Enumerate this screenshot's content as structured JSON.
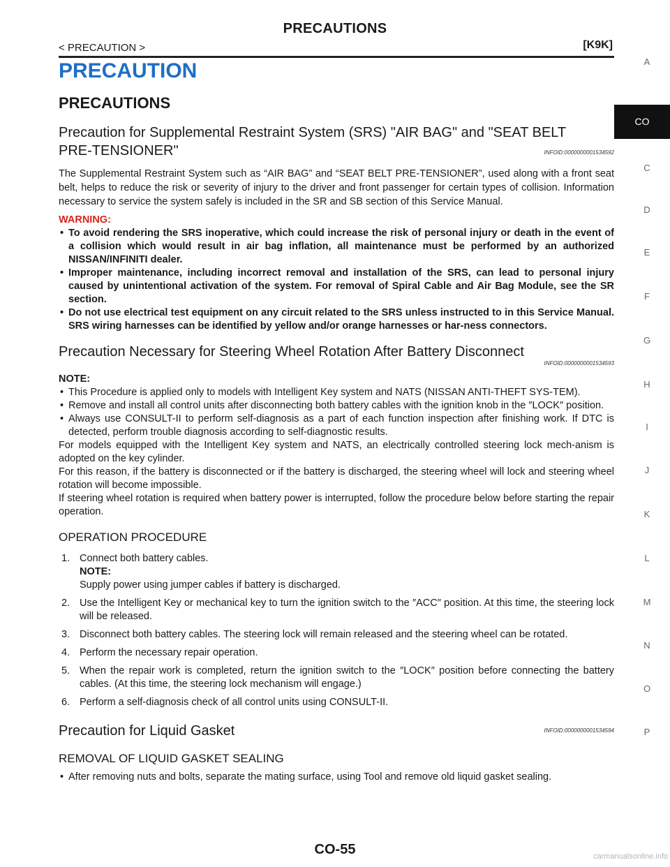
{
  "header": {
    "title": "PRECAUTIONS",
    "breadcrumb": "< PRECAUTION >",
    "code": "[K9K]"
  },
  "chapter_title": "PRECAUTION",
  "section_title": "PRECAUTIONS",
  "srs": {
    "heading": "Precaution for Supplemental Restraint System (SRS) \"AIR BAG\" and \"SEAT BELT PRE-TENSIONER\"",
    "infoid": "INFOID:0000000001534592",
    "body": "The Supplemental Restraint System such as “AIR BAG” and “SEAT BELT PRE-TENSIONER”, used along with a front seat belt, helps to reduce the risk or severity of injury to the driver and front passenger for certain types of collision. Information necessary to service the system safely is included in the SR and SB section of this Service Manual.",
    "warning_label": "WARNING:",
    "warnings": [
      "To avoid rendering the SRS inoperative, which could increase the risk of personal injury or death in the event of a collision which would result in air bag inflation, all maintenance must be performed by an authorized NISSAN/INFINITI dealer.",
      "Improper maintenance, including incorrect removal and installation of the SRS, can lead to personal injury caused by unintentional activation of the system. For removal of Spiral Cable and Air Bag Module, see the SR section.",
      "Do not use electrical test equipment on any circuit related to the SRS unless instructed to in this Service Manual. SRS wiring harnesses can be identified by yellow and/or orange harnesses or har-ness connectors."
    ]
  },
  "steering": {
    "heading": "Precaution Necessary for Steering Wheel Rotation After Battery Disconnect",
    "infoid": "INFOID:0000000001534593",
    "note_label": "NOTE:",
    "notes": [
      "This Procedure is applied only to models with Intelligent Key system and NATS (NISSAN ANTI-THEFT SYS-TEM).",
      "Remove and install all control units after disconnecting both battery cables with the ignition knob in the ″LOCK″ position.",
      "Always use CONSULT-II to perform self-diagnosis as a part of each function inspection after finishing work. If DTC is detected, perform trouble diagnosis according to self-diagnostic results."
    ],
    "paragraphs": [
      "For models equipped with the Intelligent Key system and NATS, an electrically controlled steering lock mech-anism is adopted on the key cylinder.",
      "For this reason, if the battery is disconnected or if the battery is discharged, the steering wheel will lock and steering wheel rotation will become impossible.",
      "If steering wheel rotation is required when battery power is interrupted, follow the procedure below before starting the repair operation."
    ],
    "procedure_title": "OPERATION PROCEDURE",
    "steps": [
      {
        "num": "1.",
        "text": "Connect both battery cables.",
        "note_label": "NOTE:",
        "note": "Supply power using jumper cables if battery is discharged."
      },
      {
        "num": "2.",
        "text": "Use the Intelligent Key or mechanical key to turn the ignition switch to the ″ACC″ position. At this time, the steering lock will be released."
      },
      {
        "num": "3.",
        "text": "Disconnect both battery cables. The steering lock will remain released and the steering wheel can be rotated."
      },
      {
        "num": "4.",
        "text": "Perform the necessary repair operation."
      },
      {
        "num": "5.",
        "text": "When the repair work is completed, return the ignition switch to the ″LOCK″ position before connecting the battery cables. (At this time, the steering lock mechanism will engage.)"
      },
      {
        "num": "6.",
        "text": "Perform a self-diagnosis check of all control units using CONSULT-II."
      }
    ]
  },
  "gasket": {
    "heading": "Precaution for Liquid Gasket",
    "infoid": "INFOID:0000000001534594",
    "sub_title": "REMOVAL OF LIQUID GASKET SEALING",
    "bullets": [
      "After removing nuts and bolts, separate the mating surface, using Tool and remove old liquid gasket sealing."
    ]
  },
  "side_tabs": [
    "A",
    "CO",
    "C",
    "D",
    "E",
    "F",
    "G",
    "H",
    "I",
    "J",
    "K",
    "L",
    "M",
    "N",
    "O",
    "P"
  ],
  "active_tab": "CO",
  "footer": "CO-55",
  "watermark": "carmanualsonline.info"
}
